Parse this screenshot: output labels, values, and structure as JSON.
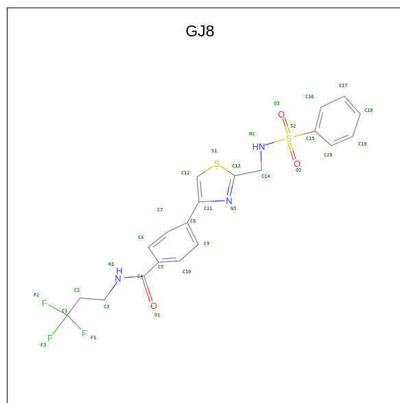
{
  "title": "GJ8",
  "colors": {
    "carbon": "#808080",
    "nitrogen": "#3333ff",
    "oxygen": "#ff3333",
    "sulfur": "#cccc00",
    "fluorine": "#33cc33",
    "label": "#228b22"
  },
  "atoms": [
    {
      "id": "F1",
      "symbol": "F"
    },
    {
      "id": "F2",
      "symbol": "F"
    },
    {
      "id": "F3",
      "symbol": "F"
    },
    {
      "id": "C1",
      "symbol": "C"
    },
    {
      "id": "C2",
      "symbol": "C"
    },
    {
      "id": "C3",
      "symbol": "C"
    },
    {
      "id": "N1",
      "symbol": "N",
      "text": "H\nN"
    },
    {
      "id": "C4",
      "symbol": "C"
    },
    {
      "id": "O1",
      "symbol": "O"
    },
    {
      "id": "C5",
      "symbol": "C"
    },
    {
      "id": "C6",
      "symbol": "C"
    },
    {
      "id": "C7",
      "symbol": "C"
    },
    {
      "id": "C8",
      "symbol": "C"
    },
    {
      "id": "C9",
      "symbol": "C"
    },
    {
      "id": "C10",
      "symbol": "C"
    },
    {
      "id": "C11",
      "symbol": "C"
    },
    {
      "id": "C12",
      "symbol": "C"
    },
    {
      "id": "S1",
      "symbol": "S"
    },
    {
      "id": "C13",
      "symbol": "C"
    },
    {
      "id": "N3",
      "symbol": "N"
    },
    {
      "id": "C14",
      "symbol": "C"
    },
    {
      "id": "N2",
      "symbol": "N",
      "text": "HN"
    },
    {
      "id": "S2",
      "symbol": "S"
    },
    {
      "id": "O3",
      "symbol": "O"
    },
    {
      "id": "O2",
      "symbol": "O"
    },
    {
      "id": "C15",
      "symbol": "C"
    },
    {
      "id": "C16",
      "symbol": "C"
    },
    {
      "id": "C17",
      "symbol": "C"
    },
    {
      "id": "C18",
      "symbol": "C"
    },
    {
      "id": "C19",
      "symbol": "C"
    },
    {
      "id": "C20",
      "symbol": "C"
    }
  ],
  "bonds": [
    {
      "a": "C1",
      "b": "F1",
      "order": 1
    },
    {
      "a": "C1",
      "b": "F2",
      "order": 1
    },
    {
      "a": "C1",
      "b": "F3",
      "order": 1
    },
    {
      "a": "C1",
      "b": "C2",
      "order": 1
    },
    {
      "a": "C2",
      "b": "C3",
      "order": 1
    },
    {
      "a": "C3",
      "b": "N1",
      "order": 1
    },
    {
      "a": "N1",
      "b": "C4",
      "order": 1
    },
    {
      "a": "C4",
      "b": "O1",
      "order": 2
    },
    {
      "a": "C4",
      "b": "C5",
      "order": 1
    },
    {
      "a": "C5",
      "b": "C6",
      "order": 1
    },
    {
      "a": "C6",
      "b": "C7",
      "order": 2
    },
    {
      "a": "C7",
      "b": "C8",
      "order": 1
    },
    {
      "a": "C8",
      "b": "C9",
      "order": 2
    },
    {
      "a": "C9",
      "b": "C10",
      "order": 1
    },
    {
      "a": "C10",
      "b": "C5",
      "order": 2
    },
    {
      "a": "C8",
      "b": "C11",
      "order": 1
    },
    {
      "a": "C11",
      "b": "C12",
      "order": 2
    },
    {
      "a": "C12",
      "b": "S1",
      "order": 1
    },
    {
      "a": "S1",
      "b": "C13",
      "order": 1
    },
    {
      "a": "C13",
      "b": "N3",
      "order": 2
    },
    {
      "a": "N3",
      "b": "C11",
      "order": 1
    },
    {
      "a": "C13",
      "b": "C14",
      "order": 1
    },
    {
      "a": "C14",
      "b": "N2",
      "order": 1
    },
    {
      "a": "N2",
      "b": "S2",
      "order": 1
    },
    {
      "a": "S2",
      "b": "O3",
      "order": 2
    },
    {
      "a": "S2",
      "b": "O2",
      "order": 2
    },
    {
      "a": "S2",
      "b": "C15",
      "order": 1
    },
    {
      "a": "C15",
      "b": "C16",
      "order": 2
    },
    {
      "a": "C16",
      "b": "C17",
      "order": 1
    },
    {
      "a": "C17",
      "b": "C18",
      "order": 2
    },
    {
      "a": "C18",
      "b": "C19",
      "order": 1
    },
    {
      "a": "C19",
      "b": "C20",
      "order": 2
    },
    {
      "a": "C20",
      "b": "C15",
      "order": 1
    }
  ]
}
